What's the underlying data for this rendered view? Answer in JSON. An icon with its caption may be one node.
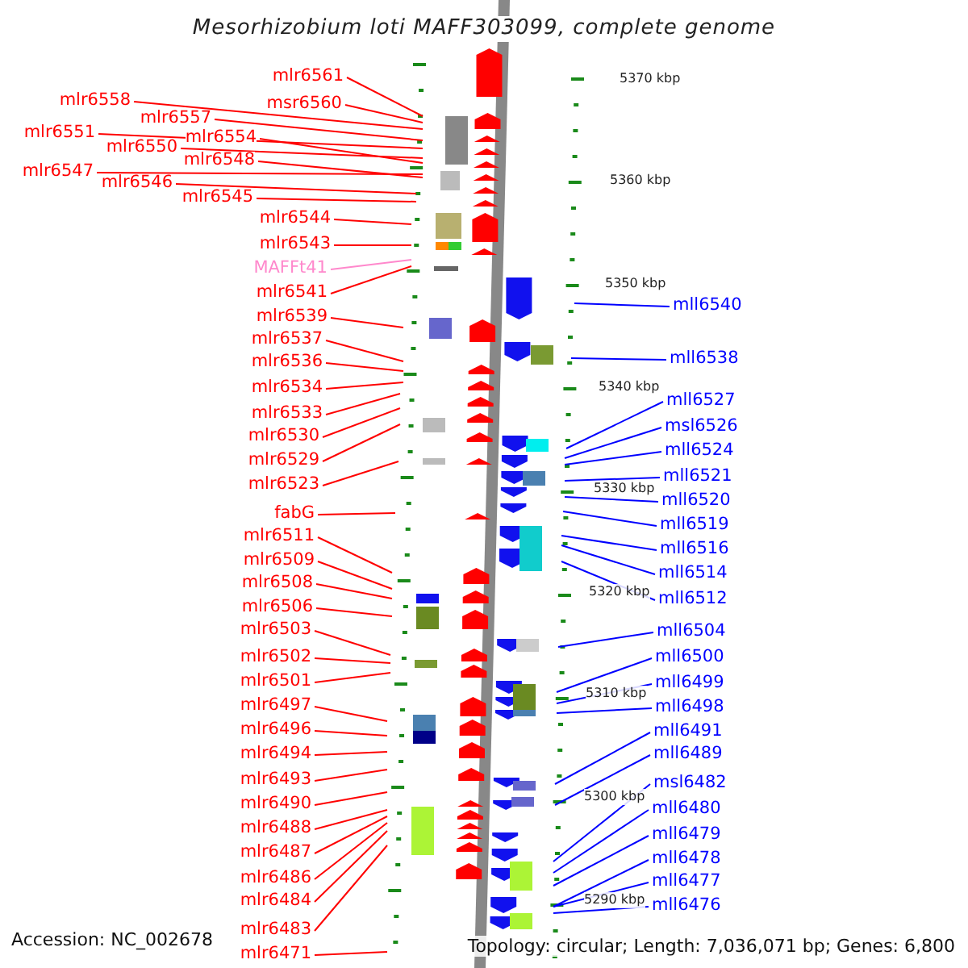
{
  "diagram": {
    "title": "Mesorhizobium loti MAFF303099, complete genome",
    "nodes": [
      {
        "text": [
          "mlr6561"
        ]
      },
      {
        "text": [
          "msr6560"
        ]
      },
      {
        "text": [
          "mlr6558"
        ]
      },
      {
        "text": [
          "mlr6557"
        ]
      },
      {
        "text": [
          "mlr6551"
        ]
      },
      {
        "text": [
          "mlr6550"
        ]
      },
      {
        "text": [
          "mlr6554"
        ]
      },
      {
        "text": [
          "mlr6547"
        ]
      },
      {
        "text": [
          "mlr6548"
        ]
      },
      {
        "text": [
          "mlr6546"
        ]
      },
      {
        "text": [
          "mlr6545"
        ]
      },
      {
        "text": [
          "mlr6544"
        ]
      },
      {
        "text": [
          "mlr6543"
        ]
      },
      {
        "text": [
          "MAFFt41"
        ]
      },
      {
        "text": [
          "mlr6541"
        ]
      },
      {
        "text": [
          "mlr6539"
        ]
      },
      {
        "text": [
          "mlr6537"
        ]
      },
      {
        "text": [
          "mlr6536"
        ]
      },
      {
        "text": [
          "mlr6534"
        ]
      },
      {
        "text": [
          "mlr6533"
        ]
      },
      {
        "text": [
          "mlr6530"
        ]
      },
      {
        "text": [
          "mlr6529"
        ]
      },
      {
        "text": [
          "mlr6523"
        ]
      },
      {
        "text": [
          "fabG"
        ]
      },
      {
        "text": [
          "mlr6511"
        ]
      },
      {
        "text": [
          "mlr6509"
        ]
      },
      {
        "text": [
          "mlr6508"
        ]
      },
      {
        "text": [
          "mlr6506"
        ]
      },
      {
        "text": [
          "mlr6503"
        ]
      },
      {
        "text": [
          "mlr6502"
        ]
      },
      {
        "text": [
          "mlr6501"
        ]
      },
      {
        "text": [
          "mlr6497"
        ]
      },
      {
        "text": [
          "mlr6496"
        ]
      },
      {
        "text": [
          "mlr6494"
        ]
      },
      {
        "text": [
          "mlr6493"
        ]
      },
      {
        "text": [
          "mlr6490"
        ]
      },
      {
        "text": [
          "mlr6488"
        ]
      },
      {
        "text": [
          "mlr6487"
        ]
      },
      {
        "text": [
          "mlr6486"
        ]
      },
      {
        "text": [
          "mlr6484"
        ]
      },
      {
        "text": [
          "mlr6483"
        ]
      },
      {
        "text": [
          "mlr6471"
        ]
      },
      {
        "text": [
          "mll6540"
        ]
      },
      {
        "text": [
          "mll6538"
        ]
      },
      {
        "text": [
          "mll6527"
        ]
      },
      {
        "text": [
          "msl6526"
        ]
      },
      {
        "text": [
          "mll6524"
        ]
      },
      {
        "text": [
          "mll6521"
        ]
      },
      {
        "text": [
          "mll6520"
        ]
      },
      {
        "text": [
          "mll6519"
        ]
      },
      {
        "text": [
          "mll6516"
        ]
      },
      {
        "text": [
          "mll6514"
        ]
      },
      {
        "text": [
          "mll6512"
        ]
      },
      {
        "text": [
          "mll6504"
        ]
      },
      {
        "text": [
          "mll6500"
        ]
      },
      {
        "text": [
          "mll6499"
        ]
      },
      {
        "text": [
          "mll6498"
        ]
      },
      {
        "text": [
          "mll6491"
        ]
      },
      {
        "text": [
          "mll6489"
        ]
      },
      {
        "text": [
          "msl6482"
        ]
      },
      {
        "text": [
          "mll6480"
        ]
      },
      {
        "text": [
          "mll6479"
        ]
      },
      {
        "text": [
          "mll6478"
        ]
      },
      {
        "text": [
          "mll6477"
        ]
      },
      {
        "text": [
          "mll6476"
        ]
      }
    ],
    "edges": [
      {
        "from": 0,
        "to": null,
        "arrow": "none"
      },
      {
        "from": 1,
        "to": null,
        "arrow": "none"
      },
      {
        "from": 2,
        "to": null,
        "arrow": "none"
      },
      {
        "from": 3,
        "to": null,
        "arrow": "none"
      },
      {
        "from": 4,
        "to": null,
        "arrow": "none"
      },
      {
        "from": 5,
        "to": null,
        "arrow": "none"
      },
      {
        "from": 6,
        "to": null,
        "arrow": "none"
      },
      {
        "from": 7,
        "to": null,
        "arrow": "none"
      },
      {
        "from": 8,
        "to": null,
        "arrow": "none"
      },
      {
        "from": 9,
        "to": null,
        "arrow": "none"
      },
      {
        "from": 10,
        "to": null,
        "arrow": "none"
      },
      {
        "from": 11,
        "to": null,
        "arrow": "none"
      },
      {
        "from": 12,
        "to": null,
        "arrow": "none"
      },
      {
        "from": 13,
        "to": null,
        "arrow": "none",
        "color": "#ff88cc"
      },
      {
        "from": 14,
        "to": null,
        "arrow": "none"
      },
      {
        "from": 15,
        "to": null,
        "arrow": "none"
      },
      {
        "from": 16,
        "to": null,
        "arrow": "none"
      },
      {
        "from": 17,
        "to": null,
        "arrow": "none"
      },
      {
        "from": 18,
        "to": null,
        "arrow": "none"
      },
      {
        "from": 19,
        "to": null,
        "arrow": "none"
      },
      {
        "from": 20,
        "to": null,
        "arrow": "none"
      },
      {
        "from": 21,
        "to": null,
        "arrow": "none"
      },
      {
        "from": 22,
        "to": null,
        "arrow": "none"
      },
      {
        "from": 23,
        "to": null,
        "arrow": "none"
      },
      {
        "from": 24,
        "to": null,
        "arrow": "none"
      },
      {
        "from": 25,
        "to": null,
        "arrow": "none"
      },
      {
        "from": 26,
        "to": null,
        "arrow": "none"
      },
      {
        "from": 27,
        "to": null,
        "arrow": "none"
      },
      {
        "from": 28,
        "to": null,
        "arrow": "none"
      },
      {
        "from": 29,
        "to": null,
        "arrow": "none"
      },
      {
        "from": 30,
        "to": null,
        "arrow": "none"
      },
      {
        "from": 31,
        "to": null,
        "arrow": "none"
      },
      {
        "from": 32,
        "to": null,
        "arrow": "none"
      },
      {
        "from": 33,
        "to": null,
        "arrow": "none"
      },
      {
        "from": 34,
        "to": null,
        "arrow": "none"
      },
      {
        "from": 35,
        "to": null,
        "arrow": "none"
      },
      {
        "from": 36,
        "to": null,
        "arrow": "none"
      },
      {
        "from": 37,
        "to": null,
        "arrow": "none"
      },
      {
        "from": 38,
        "to": null,
        "arrow": "none"
      },
      {
        "from": 39,
        "to": null,
        "arrow": "none"
      },
      {
        "from": 40,
        "to": null,
        "arrow": "none"
      },
      {
        "from": 41,
        "to": null,
        "arrow": "none"
      },
      {
        "from": 42,
        "to": null,
        "arrow": "none",
        "color": "#0000ff"
      },
      {
        "from": 43,
        "to": null,
        "arrow": "none",
        "color": "#0000ff"
      },
      {
        "from": 44,
        "to": null,
        "arrow": "none",
        "color": "#0000ff"
      },
      {
        "from": 45,
        "to": null,
        "arrow": "none",
        "color": "#0000ff"
      },
      {
        "from": 46,
        "to": null,
        "arrow": "none",
        "color": "#0000ff"
      },
      {
        "from": 47,
        "to": null,
        "arrow": "none",
        "color": "#0000ff"
      },
      {
        "from": 48,
        "to": null,
        "arrow": "none",
        "color": "#0000ff"
      },
      {
        "from": 49,
        "to": null,
        "arrow": "none",
        "color": "#0000ff"
      },
      {
        "from": 50,
        "to": null,
        "arrow": "none",
        "color": "#0000ff"
      },
      {
        "from": 51,
        "to": null,
        "arrow": "none",
        "color": "#0000ff"
      },
      {
        "from": 52,
        "to": null,
        "arrow": "none",
        "color": "#0000ff"
      },
      {
        "from": 53,
        "to": null,
        "arrow": "none",
        "color": "#0000ff"
      },
      {
        "from": 54,
        "to": null,
        "arrow": "none",
        "color": "#0000ff"
      },
      {
        "from": 55,
        "to": null,
        "arrow": "none",
        "color": "#0000ff"
      },
      {
        "from": 56,
        "to": null,
        "arrow": "none",
        "color": "#0000ff"
      },
      {
        "from": 57,
        "to": null,
        "arrow": "none",
        "color": "#0000ff"
      },
      {
        "from": 58,
        "to": null,
        "arrow": "none",
        "color": "#0000ff"
      },
      {
        "from": 59,
        "to": null,
        "arrow": "none",
        "color": "#0000ff"
      },
      {
        "from": 60,
        "to": null,
        "arrow": "none",
        "color": "#0000ff"
      },
      {
        "from": 61,
        "to": null,
        "arrow": "none",
        "color": "#0000ff"
      },
      {
        "from": 62,
        "to": null,
        "arrow": "none",
        "color": "#0000ff"
      },
      {
        "from": 63,
        "to": null,
        "arrow": "none",
        "color": "#0000ff"
      },
      {
        "from": 64,
        "to": null,
        "arrow": "none",
        "color": "#0000ff"
      }
    ],
    "labels": [
      "5370 kbp",
      "5360 kbp",
      "5350 kbp",
      "5340 kbp",
      "5330 kbp",
      "5320 kbp",
      "5310 kbp",
      "5300 kbp",
      "5290 kbp",
      "Accession: NC_002678",
      "Topology: circular; Length: 7,036,071 bp; Genes: 6,800"
    ]
  }
}
